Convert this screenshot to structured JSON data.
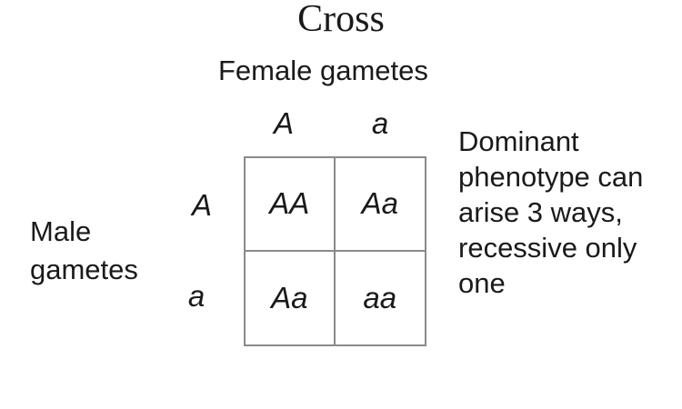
{
  "slide": {
    "title": "Cross",
    "female_gametes_label": "Female gametes",
    "male_gametes_label_lines": {
      "line1": "Male",
      "line2": "gametes"
    },
    "punnett": {
      "col_headers": [
        "A",
        "a"
      ],
      "row_headers": [
        "A",
        "a"
      ],
      "cells": [
        [
          "AA",
          "Aa"
        ],
        [
          "Aa",
          "aa"
        ]
      ]
    },
    "note_lines": [
      "Dominant",
      "phenotype can",
      "arise 3 ways,",
      "recessive only",
      "one"
    ],
    "colors": {
      "text": "#1a1a1a",
      "grid_border": "#8a8a8a",
      "background": "#ffffff"
    }
  }
}
